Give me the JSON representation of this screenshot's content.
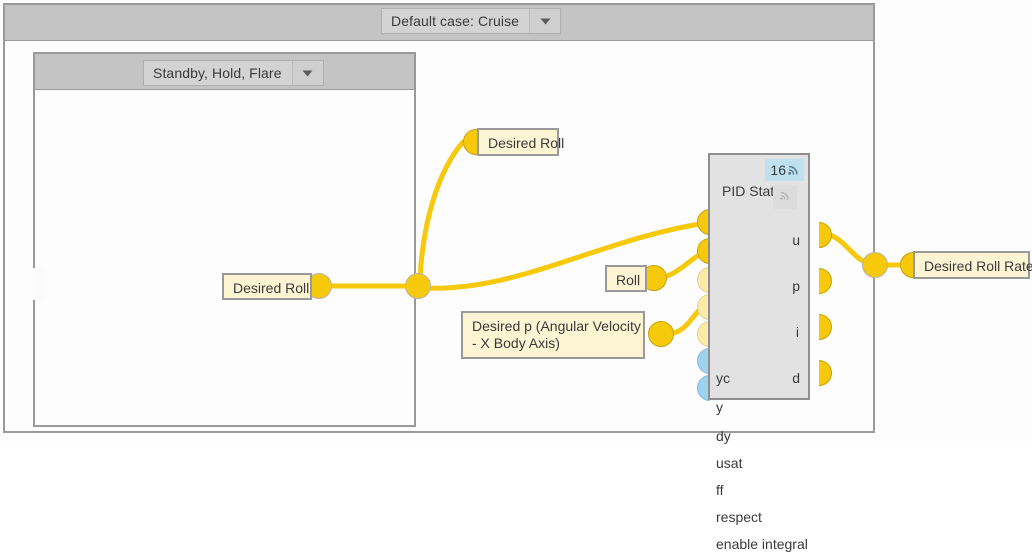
{
  "canvas": {
    "background_color": "#fdfdfd",
    "wire_color": "#f6c90b",
    "frame_border_color": "#9a9a9a",
    "header_color": "#c4c4c4"
  },
  "case_panel": {
    "name": "outer-case-frame",
    "selector": {
      "label": "Default case: Cruise",
      "arrow_icon": "chevron-down-icon"
    }
  },
  "inner_panel": {
    "name": "inner-case-frame",
    "selector": {
      "label": "Standby, Hold, Flare",
      "arrow_icon": "chevron-down-icon"
    }
  },
  "labels": {
    "desired_roll_source": "Desired Roll",
    "desired_roll_tap": "Desired Roll",
    "roll": "Roll",
    "desired_p": "Desired p (Angular Velocity\n- X Body Axis)",
    "desired_roll_rate": "Desired Roll Rate"
  },
  "block": {
    "title": "PID Static",
    "badge_count": "16",
    "badge_icon": "signal-icon",
    "slot_icon": "signal-icon",
    "inputs": [
      {
        "name": "yc",
        "label": "yc",
        "state": "connected",
        "color": "#f6c90b"
      },
      {
        "name": "y",
        "label": "y",
        "state": "connected",
        "color": "#f6c90b"
      },
      {
        "name": "dy",
        "label": "dy",
        "state": "unconnected",
        "color": "#fbeaa8"
      },
      {
        "name": "usat",
        "label": "usat",
        "state": "connected",
        "color": "#fbeaa8"
      },
      {
        "name": "ff",
        "label": "ff",
        "state": "unconnected",
        "color": "#fbeaa8"
      },
      {
        "name": "respect",
        "label": "respect",
        "state": "boolean",
        "color": "#9ed2ef"
      },
      {
        "name": "enable-integral",
        "label": "enable integral",
        "state": "boolean",
        "color": "#9ed2ef"
      }
    ],
    "outputs": [
      {
        "name": "u",
        "label": "u",
        "state": "connected",
        "color": "#f6c90b"
      },
      {
        "name": "p",
        "label": "p",
        "state": "connected",
        "color": "#f6c90b"
      },
      {
        "name": "i",
        "label": "i",
        "state": "connected",
        "color": "#f6c90b"
      },
      {
        "name": "d",
        "label": "d",
        "state": "connected",
        "color": "#f6c90b"
      }
    ]
  }
}
